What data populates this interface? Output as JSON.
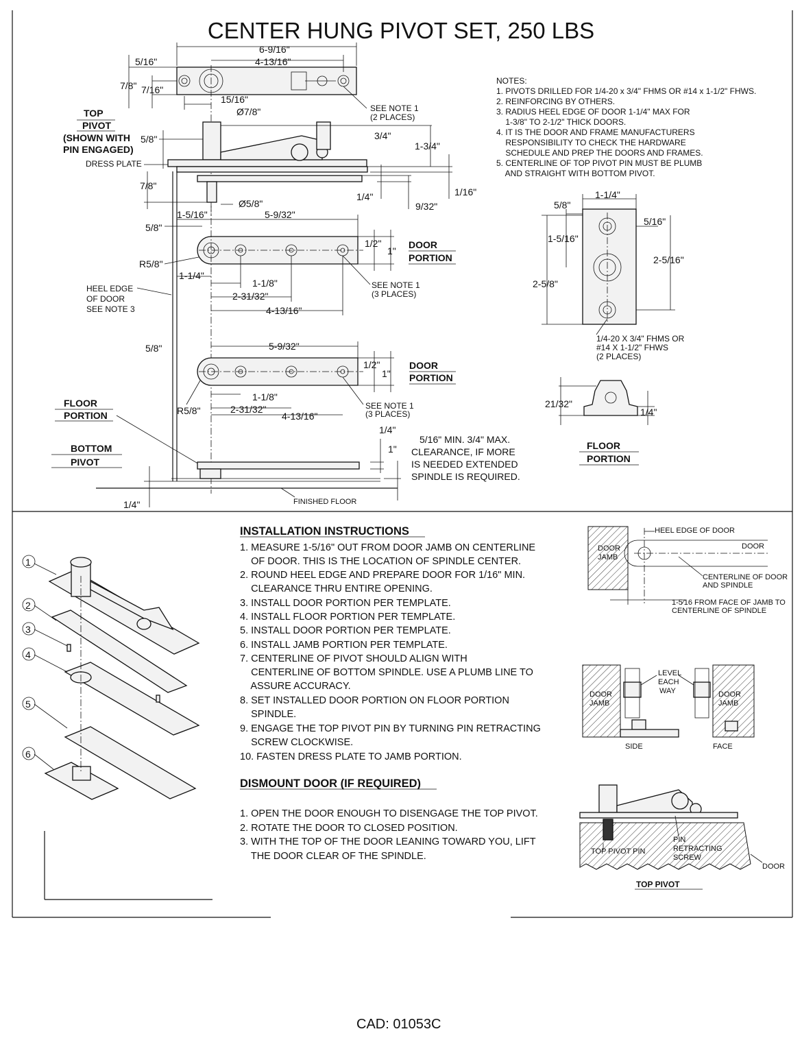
{
  "title": "CENTER HUNG PIVOT SET, 250 LBS",
  "notes": {
    "heading": "NOTES:",
    "lines": [
      "1. PIVOTS DRILLED FOR 1/4-20 x 3/4\" FHMS OR #14 x 1-1/2\" FHWS.",
      "2. REINFORCING BY OTHERS.",
      "3. RADIUS HEEL EDGE OF DOOR 1-1/4\" MAX FOR",
      "    1-3/8\" TO 2-1/2\" THICK DOORS.",
      "4. IT IS THE DOOR AND FRAME MANUFACTURERS",
      "    RESPONSIBILITY TO CHECK THE HARDWARE",
      "    SCHEDULE AND PREP THE DOORS AND FRAMES.",
      "5. CENTERLINE OF TOP PIVOT PIN MUST BE PLUMB",
      "    AND STRAIGHT WITH BOTTOM PIVOT."
    ]
  },
  "top_pivot": {
    "label_lines": [
      "TOP",
      "PIVOT",
      "(SHOWN WITH",
      "PIN ENGAGED)"
    ],
    "dress_plate": "DRESS PLATE",
    "dims": {
      "overall": "6-9/16\"",
      "hole_spacing": "4-13/16\"",
      "offset_5_16": "5/16\"",
      "width_7_8": "7/8\"",
      "half_7_16": "7/16\"",
      "pin_15_16": "15/16\"",
      "pin_dia": "Ø7/8\"",
      "height_5_8": "5/8\"",
      "arm_3_4": "3/4\"",
      "height_1_3_4": "1-3/4\"",
      "gap_1_16": "1/16\"",
      "drop_7_8": "7/8\"",
      "quarter": "1/4\"",
      "nine_32": "9/32\"",
      "pin_small_dia": "Ø5/8\""
    },
    "see_note": [
      "SEE NOTE 1",
      "(2 PLACES)"
    ]
  },
  "door_portion_top": {
    "label": [
      "DOOR",
      "PORTION"
    ],
    "dims": {
      "d_1_5_16": "1-5/16\"",
      "d_5_9_32": "5-9/32\"",
      "d_5_8": "5/8\"",
      "d_1_2": "1/2\"",
      "d_1": "1\"",
      "radius": "R5/8\"",
      "d_1_1_4": "1-1/4\"",
      "d_1_1_8": "1-1/8\"",
      "d_2_31_32": "2-31/32\"",
      "d_4_13_16": "4-13/16\""
    },
    "see_note": [
      "SEE NOTE 1",
      "(3 PLACES)"
    ]
  },
  "heel_edge": [
    "HEEL EDGE",
    "OF DOOR",
    "SEE NOTE 3"
  ],
  "door_portion_bottom": {
    "label": [
      "DOOR",
      "PORTION"
    ],
    "dims": {
      "d_5_8": "5/8\"",
      "d_5_9_32": "5-9/32\"",
      "d_1_2": "1/2\"",
      "d_1": "1\"",
      "radius": "R5/8\"",
      "d_1_1_8": "1-1/8\"",
      "d_2_31_32": "2-31/32\"",
      "d_4_13_16": "4-13/16\""
    },
    "see_note": [
      "SEE NOTE 1",
      "(3 PLACES)"
    ]
  },
  "floor_portion_label": [
    "FLOOR",
    "PORTION"
  ],
  "bottom_pivot_label": [
    "BOTTOM",
    "PIVOT"
  ],
  "bottom_dims": {
    "q1": "1/4\"",
    "one": "1\"",
    "q2": "1/4\""
  },
  "clearance_note": [
    "5/16\" MIN. 3/4\" MAX.",
    "CLEARANCE, IF MORE",
    "IS NEEDED EXTENDED",
    "SPINDLE IS REQUIRED."
  ],
  "finished_floor": "FINISHED FLOOR",
  "jamb_portion": {
    "dims": {
      "w": "1-1/4\"",
      "d_5_8": "5/8\"",
      "d_5_16": "5/16\"",
      "d_1_5_16": "1-5/16\"",
      "d_2_5_16": "2-5/16\"",
      "d_2_5_8": "2-5/8\""
    },
    "screw_note": [
      "1/4-20 X 3/4\" FHMS OR",
      "#14 X 1-1/2\" FHWS",
      "(2 PLACES)"
    ]
  },
  "floor_side": {
    "d_21_32": "21/32\"",
    "d_1_4": "1/4\"",
    "label": [
      "FLOOR",
      "PORTION"
    ]
  },
  "exploded": {
    "numbers": [
      "1",
      "2",
      "3",
      "4",
      "5",
      "6"
    ]
  },
  "installation": {
    "heading": "INSTALLATION INSTRUCTIONS",
    "lines": [
      "1. MEASURE 1-5/16\" OUT FROM DOOR JAMB ON CENTERLINE",
      "    OF DOOR. THIS IS THE LOCATION OF SPINDLE CENTER.",
      "2. ROUND HEEL EDGE AND PREPARE DOOR FOR 1/16\" MIN.",
      "    CLEARANCE THRU ENTIRE OPENING.",
      "3. INSTALL DOOR PORTION PER TEMPLATE.",
      "4. INSTALL FLOOR PORTION PER TEMPLATE.",
      "5. INSTALL DOOR PORTION PER TEMPLATE.",
      "6. INSTALL JAMB PORTION PER TEMPLATE.",
      "7. CENTERLINE OF PIVOT SHOULD ALIGN WITH",
      "    CENTERLINE OF BOTTOM SPINDLE. USE A PLUMB LINE TO",
      "    ASSURE ACCURACY.",
      "8. SET INSTALLED DOOR PORTION ON FLOOR PORTION",
      "    SPINDLE.",
      "9. ENGAGE THE TOP PIVOT PIN BY TURNING PIN RETRACTING",
      "    SCREW CLOCKWISE.",
      "10. FASTEN DRESS PLATE TO JAMB PORTION."
    ]
  },
  "dismount": {
    "heading": "DISMOUNT DOOR (IF REQUIRED)",
    "lines": [
      "1. OPEN THE DOOR ENOUGH TO DISENGAGE THE TOP PIVOT.",
      "2. ROTATE THE DOOR TO CLOSED POSITION.",
      "3. WITH THE TOP OF THE DOOR LEANING TOWARD YOU, LIFT",
      "    THE DOOR CLEAR OF THE SPINDLE."
    ]
  },
  "plan_detail": {
    "heel_edge": "HEEL EDGE OF DOOR",
    "door": "DOOR",
    "door_jamb": [
      "DOOR",
      "JAMB"
    ],
    "centerline": [
      "CENTERLINE OF DOOR",
      "AND SPINDLE"
    ],
    "offset": [
      "1-5⁄16 FROM FACE OF JAMB TO",
      "CENTERLINE OF SPINDLE"
    ]
  },
  "level_detail": {
    "level": [
      "LEVEL",
      "EACH",
      "WAY"
    ],
    "left_jamb": [
      "DOOR",
      "JAMB"
    ],
    "right_jamb": [
      "DOOR",
      "JAMB"
    ],
    "side": "SIDE",
    "face": "FACE"
  },
  "top_pivot_detail": {
    "pin_retracting": [
      "PIN",
      "RETRACTING",
      "SCREW"
    ],
    "top_pivot_pin": "TOP PIVOT PIN",
    "door": "DOOR",
    "label": "TOP PIVOT"
  },
  "footer": "CAD: 01053C"
}
